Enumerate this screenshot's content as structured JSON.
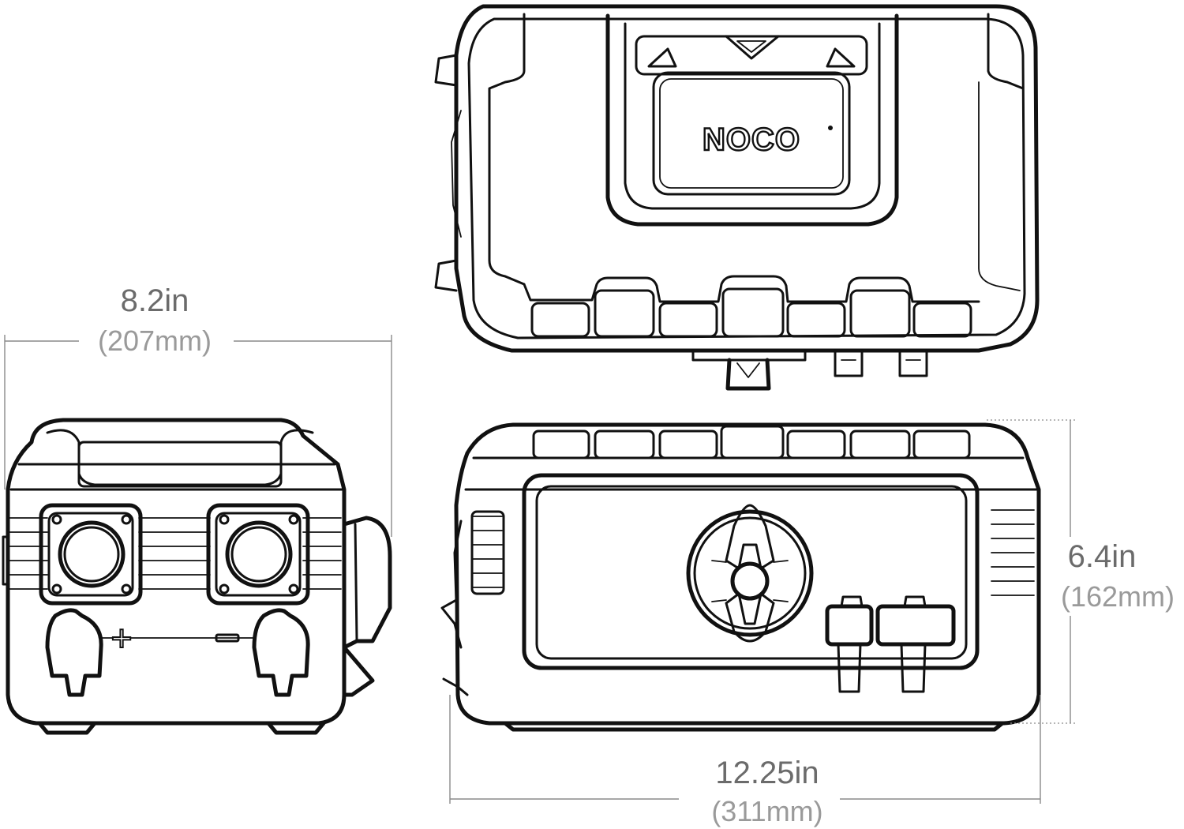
{
  "brand": {
    "logo_text": "NOCO"
  },
  "dimensions": {
    "depth": {
      "value": "8.2in",
      "metric": "(207mm)"
    },
    "height": {
      "value": "6.4in",
      "metric": "(162mm)"
    },
    "width": {
      "value": "12.25in",
      "metric": "(311mm)"
    }
  },
  "terminals": {
    "positive_symbol": "+",
    "negative_symbol": "−"
  }
}
